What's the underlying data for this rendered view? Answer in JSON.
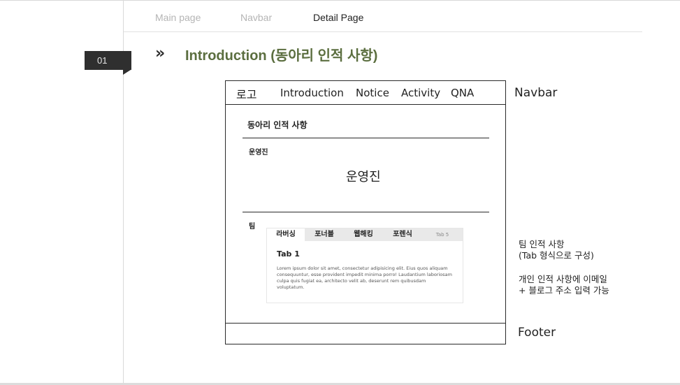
{
  "breadcrumb": {
    "main_page": "Main page",
    "navbar": "Navbar",
    "detail_page": "Detail Page"
  },
  "section": {
    "number": "01",
    "marker": "»",
    "title": "Introduction (동아리 인적 사항)"
  },
  "mockup": {
    "navbar": {
      "logo": "로고",
      "items": [
        "Introduction",
        "Notice",
        "Activity",
        "QNA"
      ]
    },
    "heading": "동아리 인적 사항",
    "leader_label": "운영진",
    "leader_name": "운영진",
    "team_label": "팀",
    "tabs": [
      "라버싱",
      "포너블",
      "웹해킹",
      "포렌식",
      "Tab 5"
    ],
    "active_tab_title": "Tab 1",
    "active_tab_text": "Lorem ipsum dolor sit amet, consectetur adipisicing elit. Eius quos aliquam consequuntur, esse provident impedit minima porro! Laudantium laboriosam culpa quis fugiat ea, architecto velit ab, deserunt rem quibusdam voluptatum."
  },
  "annotations": {
    "navbar": "Navbar",
    "team_line1": "팀 인적 사항",
    "team_line2": "(Tab 형식으로 구성)",
    "personal_line1": "개인 인적 사항에 이메일",
    "personal_line2": "+ 블로그 주소 입력 가능",
    "footer": "Footer"
  }
}
